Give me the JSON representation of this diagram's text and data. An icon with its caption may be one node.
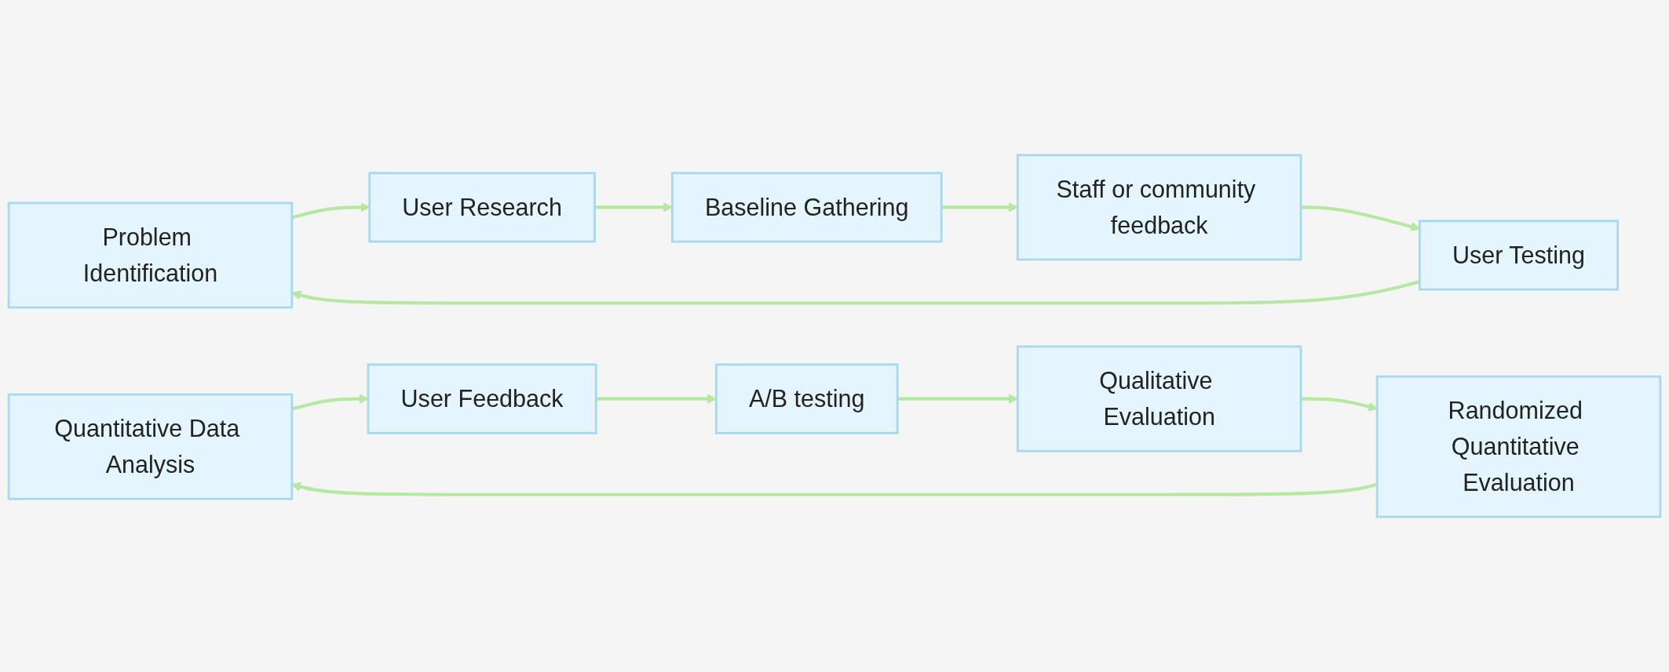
{
  "diagram": {
    "nodes": [
      {
        "text": [
          "Problem Identification"
        ]
      },
      {
        "text": [
          "User Research"
        ]
      },
      {
        "text": [
          "Baseline Gathering"
        ]
      },
      {
        "text": [
          "Staff or community feedback"
        ]
      },
      {
        "text": [
          "User Testing"
        ]
      },
      {
        "text": [
          "Quantitative Data Analysis"
        ]
      },
      {
        "text": [
          "User Feedback"
        ]
      },
      {
        "text": [
          "A/B testing"
        ]
      },
      {
        "text": [
          "Qualitative Evaluation"
        ]
      },
      {
        "text": [
          "Randomized Quantitative Evaluation"
        ]
      }
    ],
    "edges": [
      {
        "from": 0,
        "to": 1,
        "arrow": "to",
        "color": "#b5e8a0"
      },
      {
        "from": 1,
        "to": 2,
        "arrow": "to",
        "color": "#b5e8a0"
      },
      {
        "from": 2,
        "to": 3,
        "arrow": "to",
        "color": "#b5e8a0"
      },
      {
        "from": 3,
        "to": 4,
        "arrow": "to",
        "color": "#b5e8a0"
      },
      {
        "from": 4,
        "to": 0,
        "arrow": "to",
        "color": "#b5e8a0"
      },
      {
        "from": 5,
        "to": 6,
        "arrow": "to",
        "color": "#b5e8a0"
      },
      {
        "from": 6,
        "to": 7,
        "arrow": "to",
        "color": "#b5e8a0"
      },
      {
        "from": 7,
        "to": 8,
        "arrow": "to",
        "color": "#b5e8a0"
      },
      {
        "from": 8,
        "to": 9,
        "arrow": "to",
        "color": "#b5e8a0"
      },
      {
        "from": 9,
        "to": 5,
        "arrow": "to",
        "color": "#b5e8a0"
      }
    ]
  }
}
